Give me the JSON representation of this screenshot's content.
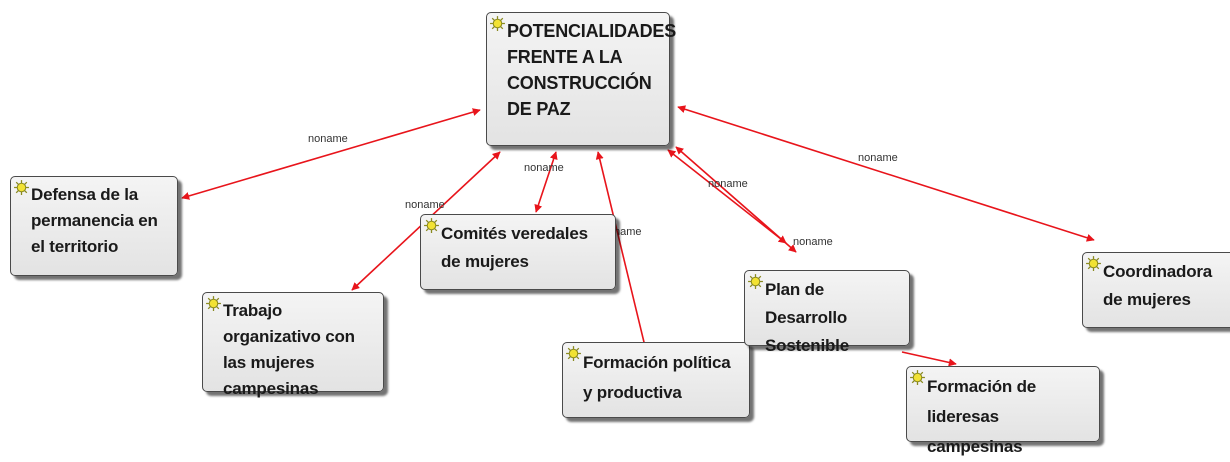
{
  "nodes": {
    "center": "POTENCIALIDADES FRENTE A LA CONSTRUCCIÓN DE PAZ",
    "defensa": "Defensa de la permanencia en el territorio",
    "trabajo": "Trabajo organizativo con las mujeres campesinas",
    "comites": "Comités veredales de mujeres",
    "formacion_politica": "Formación política y productiva",
    "plan": "Plan de Desarrollo Sostenible",
    "coordinadora": "Coordinadora de mujeres",
    "liderazgo": "Formación de lideresas campesinas"
  },
  "edge_labels": {
    "defensa": "noname",
    "trabajo": "noname",
    "comites": "noname",
    "formacion_politica": "name",
    "plan_a": "noname",
    "plan_b": "noname",
    "coordinadora": "noname"
  },
  "colors": {
    "edge": "#e8141b",
    "node_border": "#4a4a4a",
    "icon": "#f2e233"
  }
}
